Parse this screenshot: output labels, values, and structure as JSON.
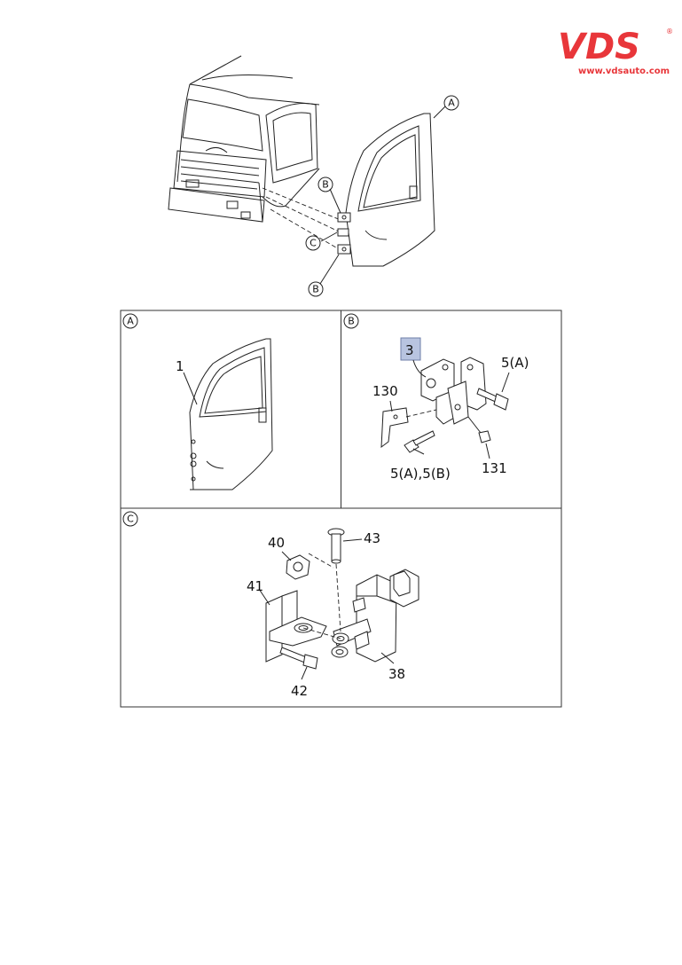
{
  "logo": {
    "brand": "VDS",
    "registered": "®",
    "url": "www.vdsauto.com",
    "color": "#e8363a"
  },
  "overview": {
    "callouts": [
      "A",
      "B",
      "C",
      "B"
    ]
  },
  "panels": {
    "a": {
      "marker": "A",
      "labels": [
        "1"
      ]
    },
    "b": {
      "marker": "B",
      "labels": [
        "3",
        "5(A)",
        "130",
        "5(A),5(B)",
        "131"
      ],
      "highlight_color": "#b8c4e0"
    },
    "c": {
      "marker": "C",
      "labels": [
        "40",
        "43",
        "41",
        "42",
        "38"
      ]
    }
  }
}
